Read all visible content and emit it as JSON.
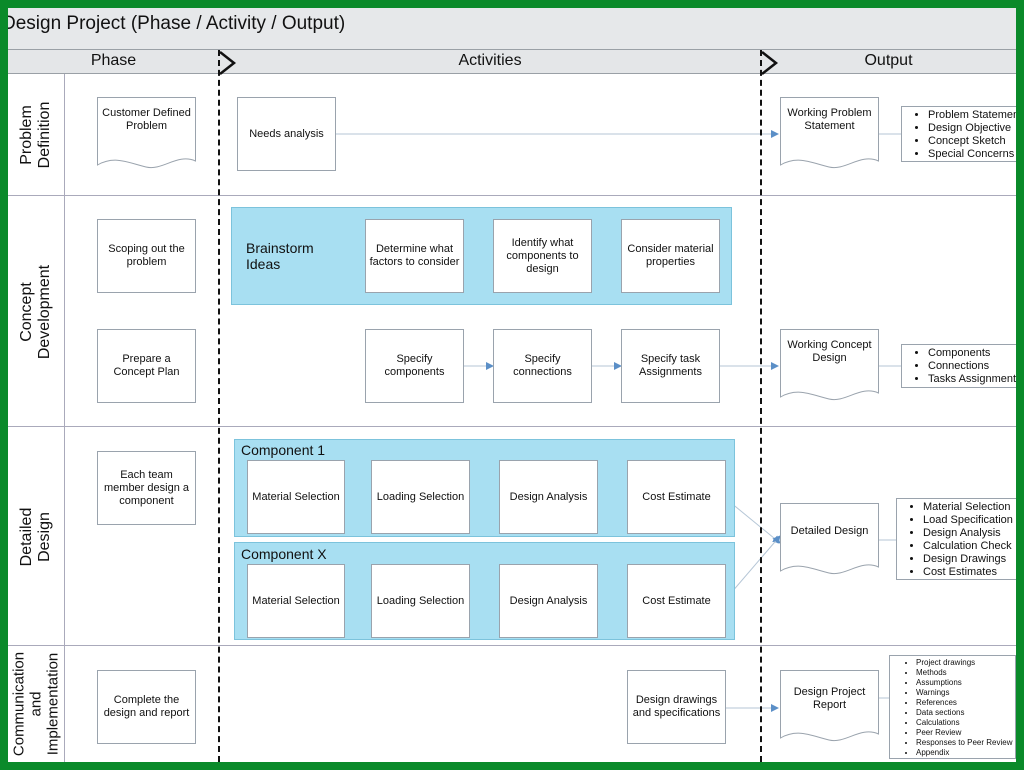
{
  "title": "Design Project (Phase / Activity / Output)",
  "headers": {
    "phase": "Phase",
    "activities": "Activities",
    "output": "Output"
  },
  "lanes": [
    {
      "label": "Problem\nDefinition"
    },
    {
      "label": "Concept\nDevelopment"
    },
    {
      "label": "Detailed\nDesign"
    },
    {
      "label": "Communication\nand\nImplementation"
    }
  ],
  "phase_boxes": {
    "customer_defined": "Customer Defined Problem",
    "scoping": "Scoping out the problem",
    "prepare_plan": "Prepare a Concept Plan",
    "each_member": "Each team member design a component",
    "complete": "Complete the design and report"
  },
  "activities": {
    "needs_analysis": "Needs analysis",
    "brainstorm": "Brainstorm Ideas",
    "determine": "Determine what factors to consider",
    "identify": "Identify what components to design",
    "consider_material": "Consider material properties",
    "specify_components": "Specify components",
    "specify_connections": "Specify connections",
    "specify_tasks": "Specify task Assignments",
    "component1": "Component 1",
    "componentx": "Component X",
    "material_selection": "Material Selection",
    "loading_selection": "Loading Selection",
    "design_analysis": "Design Analysis",
    "cost_estimate": "Cost Estimate",
    "design_drawings_specs": "Design drawings and specifications"
  },
  "outputs": {
    "working_problem": "Working Problem Statement",
    "working_concept": "Working Concept Design",
    "detailed_design": "Detailed Design",
    "design_report": "Design Project Report"
  },
  "output_lists": {
    "problem": [
      "Problem Statement",
      "Design Objective",
      "Concept Sketch",
      "Special Concerns"
    ],
    "concept": [
      "Components",
      "Connections",
      "Tasks Assignments"
    ],
    "detailed": [
      "Material Selection",
      "Load Specification",
      "Design Analysis",
      "Calculation Check",
      "Design Drawings",
      "Cost Estimates"
    ],
    "report": [
      "Project drawings",
      "Methods",
      "Assumptions",
      "Warnings",
      "References",
      "Data sections",
      "Calculations",
      "Peer Review",
      "Responses to Peer Review",
      "Appendix"
    ]
  },
  "colors": {
    "frame": "#0a8a2a",
    "group_fill": "#a8dff2",
    "arrow": "#5b8fc7"
  }
}
